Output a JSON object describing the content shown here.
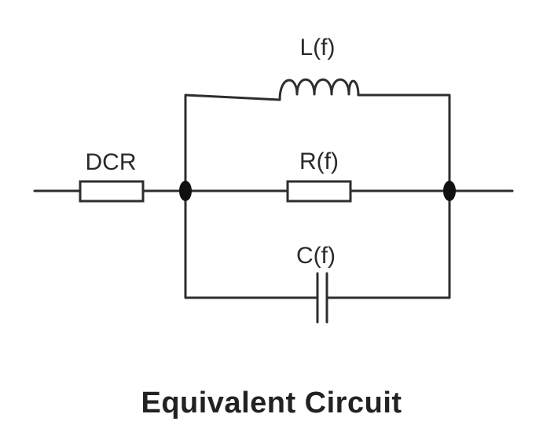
{
  "diagram": {
    "components": {
      "dcr": {
        "label": "DCR"
      },
      "inductor": {
        "label": "L(f)"
      },
      "resistor": {
        "label": "R(f)"
      },
      "capacitor": {
        "label": "C(f)"
      }
    },
    "caption": "Equivalent Circuit"
  },
  "colors": {
    "line": "#2e2e2e",
    "node": "#111111",
    "background": "#ffffff"
  }
}
